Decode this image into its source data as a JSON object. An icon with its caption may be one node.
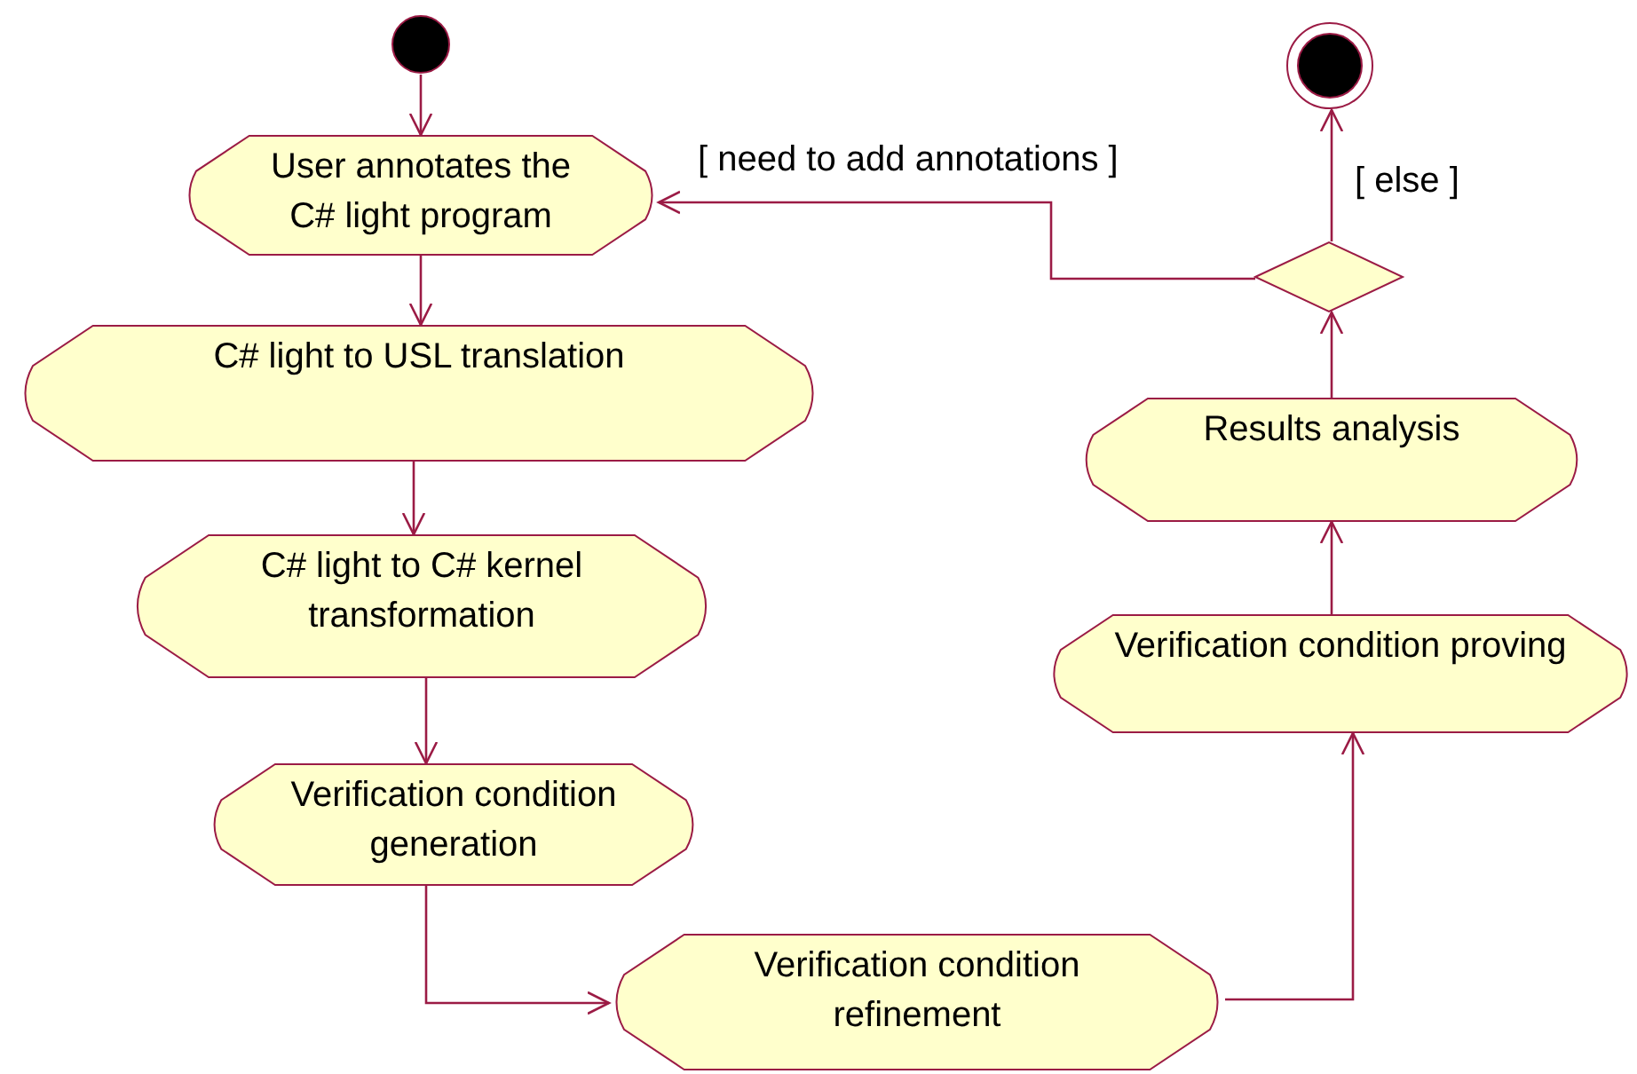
{
  "diagram": {
    "nodes": [
      {
        "text": [],
        "shape": "circle"
      },
      {
        "text": [
          "User annotates the C# light program"
        ]
      },
      {
        "text": [
          "C# light to USL translation"
        ]
      },
      {
        "text": [
          "C# light to C# kernel transformation"
        ]
      },
      {
        "text": [
          "Verification condition generation"
        ]
      },
      {
        "text": [
          "Verification condition refinement"
        ]
      },
      {
        "text": [
          "Verification condition proving"
        ]
      },
      {
        "text": [
          "Results analysis"
        ]
      },
      {
        "text": [],
        "shape": "diamond"
      },
      {
        "text": [],
        "shape": "circle"
      }
    ],
    "edges": [
      {
        "from": 0,
        "to": 1,
        "arrow": "to"
      },
      {
        "from": 1,
        "to": 2,
        "arrow": "to"
      },
      {
        "from": 2,
        "to": 3,
        "arrow": "to"
      },
      {
        "from": 3,
        "to": 4,
        "arrow": "to"
      },
      {
        "from": 4,
        "to": 5,
        "arrow": "to"
      },
      {
        "from": 5,
        "to": 6,
        "arrow": "to"
      },
      {
        "from": 6,
        "to": 7,
        "arrow": "to"
      },
      {
        "from": 7,
        "to": 8,
        "arrow": "to"
      },
      {
        "from": 8,
        "to": 9,
        "label": "[ else ]",
        "arrow": "to"
      },
      {
        "from": 8,
        "to": 1,
        "label": "[ need to add annotations ]",
        "arrow": "to"
      }
    ]
  }
}
